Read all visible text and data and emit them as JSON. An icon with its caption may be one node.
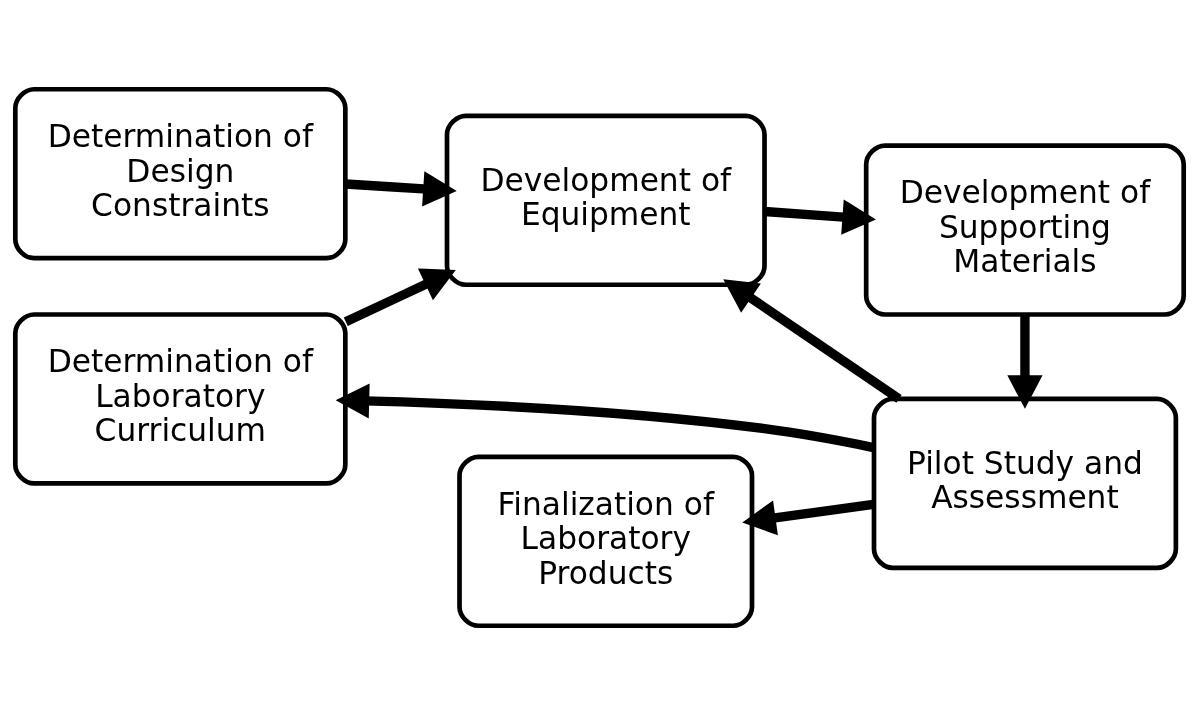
{
  "diagram": {
    "nodes": [
      {
        "text": [
          "Determination of Design Constraints"
        ]
      },
      {
        "text": [
          "Determination of Laboratory Curriculum"
        ]
      },
      {
        "text": [
          "Development of Equipment"
        ]
      },
      {
        "text": [
          "Development of Supporting Materials"
        ]
      },
      {
        "text": [
          "Pilot Study and Assessment"
        ]
      },
      {
        "text": [
          "Finalization of Laboratory Products"
        ]
      }
    ],
    "edges": [
      {
        "from": 0,
        "to": 2,
        "arrow": "to"
      },
      {
        "from": 1,
        "to": 2,
        "arrow": "to"
      },
      {
        "from": 2,
        "to": 3,
        "arrow": "to"
      },
      {
        "from": 3,
        "to": 4,
        "arrow": "to"
      },
      {
        "from": 4,
        "to": 2,
        "arrow": "to"
      },
      {
        "from": 4,
        "to": 1,
        "arrow": "to"
      },
      {
        "from": 4,
        "to": 5,
        "arrow": "to"
      }
    ]
  }
}
